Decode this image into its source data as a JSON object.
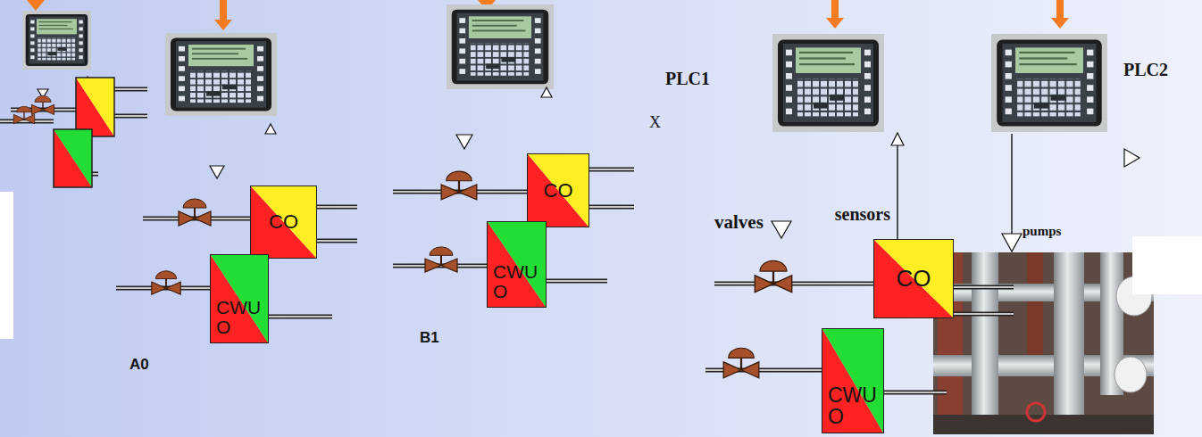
{
  "diagram": {
    "nodes": [
      {
        "text": [
          "CO"
        ]
      },
      {
        "text": [
          "CWU O"
        ]
      },
      {
        "text": [
          "CO"
        ]
      },
      {
        "text": [
          "CWU O"
        ]
      },
      {
        "text": [
          "PLC1"
        ]
      },
      {
        "text": [
          "PLC2"
        ]
      },
      {
        "text": [
          "CO"
        ]
      },
      {
        "text": [
          "CWU O"
        ]
      }
    ],
    "edges": [
      {
        "from": 6,
        "to": 4,
        "arrow": "to",
        "label": "sensors"
      }
    ],
    "labels": [
      "X",
      "A0",
      "B1",
      "valves",
      "pumps"
    ]
  }
}
